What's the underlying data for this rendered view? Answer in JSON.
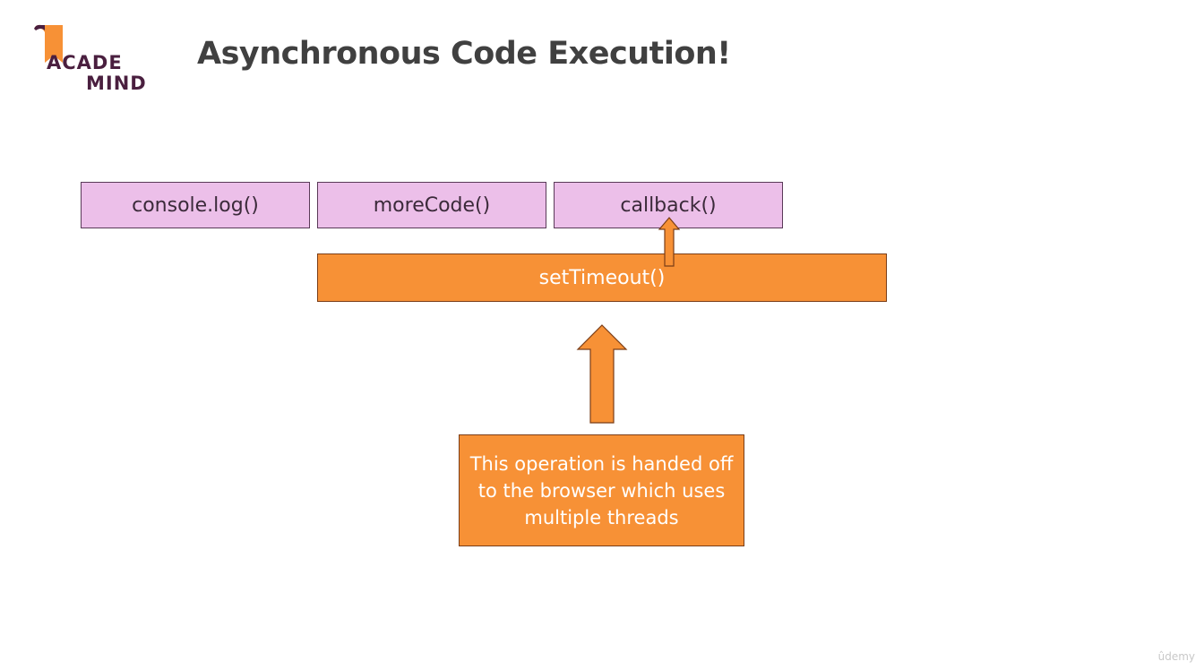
{
  "logo": {
    "line1": "ACADE",
    "line2": "MIND",
    "colors": {
      "text": "#4a1f3f",
      "mark": "#f79136"
    }
  },
  "title": "Asynchronous Code Execution!",
  "call_stack": [
    {
      "label": "console.log()"
    },
    {
      "label": "moreCode()"
    },
    {
      "label": "callback()"
    }
  ],
  "timeout": {
    "label": "setTimeout()"
  },
  "note": {
    "text": "This operation is handed off to the browser which uses multiple threads"
  },
  "watermark": "ûdemy",
  "colors": {
    "stack_fill": "#ecbfe9",
    "orange": "#f79136",
    "title": "#404040"
  }
}
